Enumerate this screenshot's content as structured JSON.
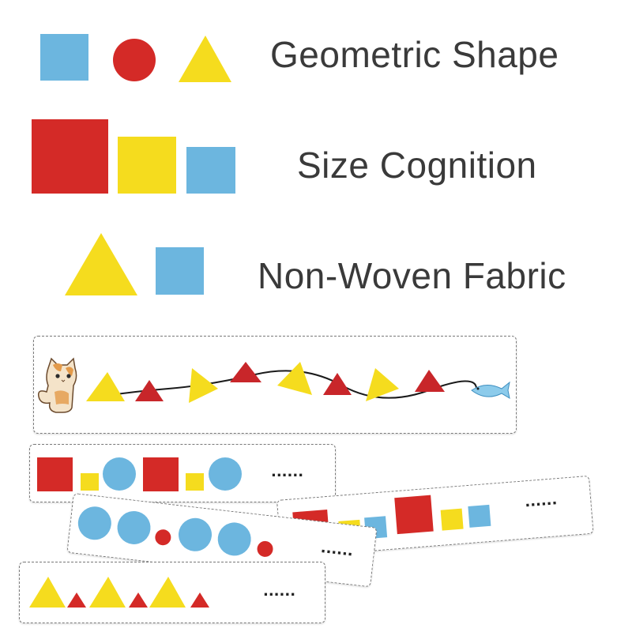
{
  "labels": {
    "geometric_shape": "Geometric Shape",
    "size_cognition": "Size Cognition",
    "non_woven_fabric": "Non-Woven Fabric"
  },
  "pattern_cards": {
    "continuation": "......"
  },
  "colors": {
    "red": "#d42a27",
    "yellow": "#f5dc1e",
    "blue": "#6cb6df",
    "text": "#3a3a3a"
  },
  "icons": [
    "cat-icon",
    "fish-icon"
  ]
}
